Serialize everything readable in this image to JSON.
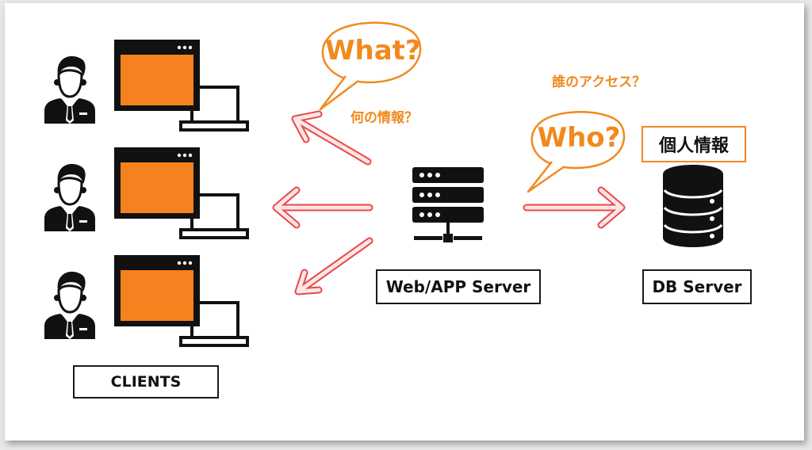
{
  "clients": {
    "label": "CLIENTS",
    "count": 3
  },
  "web_server": {
    "label": "Web/APP Server"
  },
  "db_server": {
    "label": "DB Server",
    "data_label": "個人情報"
  },
  "annotations": {
    "what_bubble": "What?",
    "what_caption": "何の情報？",
    "who_bubble": "Who?",
    "who_caption": "誰のアクセス？"
  },
  "colors": {
    "accent_orange": "#f08a1e",
    "screen_orange": "#f5821f",
    "arrow_red": "#e8484a",
    "arrow_fill": "#fde6e6",
    "ink": "#111111"
  },
  "icons": {
    "user": "businessman-icon",
    "browser": "browser-window-icon",
    "laptop": "laptop-icon",
    "server": "server-rack-icon",
    "database": "database-icon"
  }
}
